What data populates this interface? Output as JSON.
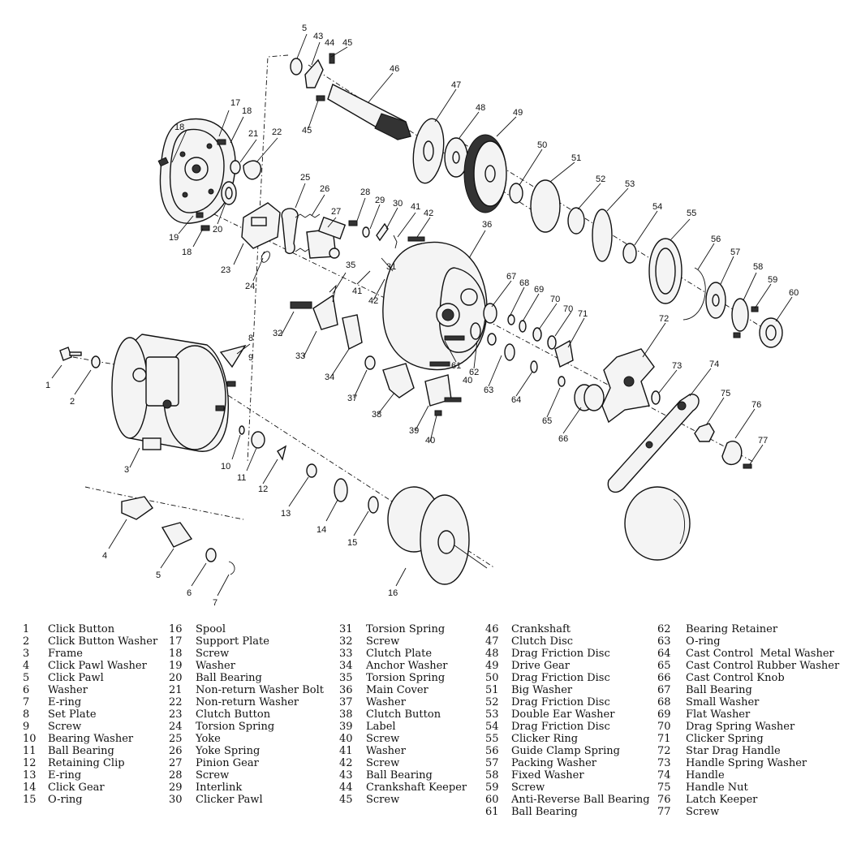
{
  "callouts": [
    "1",
    "2",
    "3",
    "4",
    "5",
    "6",
    "7",
    "8",
    "9",
    "10",
    "11",
    "12",
    "13",
    "14",
    "15",
    "16",
    "17",
    "18",
    "19",
    "20",
    "21",
    "22",
    "23",
    "24",
    "25",
    "26",
    "27",
    "28",
    "29",
    "30",
    "31",
    "32",
    "33",
    "34",
    "35",
    "36",
    "37",
    "38",
    "39",
    "40",
    "41",
    "42",
    "43",
    "44",
    "45",
    "46",
    "47",
    "48",
    "49",
    "50",
    "51",
    "52",
    "53",
    "54",
    "55",
    "56",
    "57",
    "58",
    "59",
    "60",
    "61",
    "62",
    "63",
    "64",
    "65",
    "66",
    "67",
    "68",
    "69",
    "70",
    "71",
    "72",
    "73",
    "74",
    "75",
    "76",
    "77"
  ],
  "legend": [
    [
      {
        "num": "1",
        "name": "Click Button"
      },
      {
        "num": "2",
        "name": "Click Button Washer"
      },
      {
        "num": "3",
        "name": "Frame"
      },
      {
        "num": "4",
        "name": "Click Pawl Washer"
      },
      {
        "num": "5",
        "name": "Click Pawl"
      },
      {
        "num": "6",
        "name": "Washer"
      },
      {
        "num": "7",
        "name": "E-ring"
      },
      {
        "num": "8",
        "name": "Set Plate"
      },
      {
        "num": "9",
        "name": "Screw"
      },
      {
        "num": "10",
        "name": "Bearing Washer"
      },
      {
        "num": "11",
        "name": "Ball Bearing"
      },
      {
        "num": "12",
        "name": "Retaining Clip"
      },
      {
        "num": "13",
        "name": "E-ring"
      },
      {
        "num": "14",
        "name": "Click Gear"
      },
      {
        "num": "15",
        "name": "O-ring"
      }
    ],
    [
      {
        "num": "16",
        "name": "Spool"
      },
      {
        "num": "17",
        "name": "Support Plate"
      },
      {
        "num": "18",
        "name": "Screw"
      },
      {
        "num": "19",
        "name": "Washer"
      },
      {
        "num": "20",
        "name": "Ball Bearing"
      },
      {
        "num": "21",
        "name": "Non-return Washer Bolt"
      },
      {
        "num": "22",
        "name": "Non-return Washer"
      },
      {
        "num": "23",
        "name": "Clutch Button"
      },
      {
        "num": "24",
        "name": "Torsion Spring"
      },
      {
        "num": "25",
        "name": "Yoke"
      },
      {
        "num": "26",
        "name": "Yoke Spring"
      },
      {
        "num": "27",
        "name": "Pinion Gear"
      },
      {
        "num": "28",
        "name": "Screw"
      },
      {
        "num": "29",
        "name": "Interlink"
      },
      {
        "num": "30",
        "name": "Clicker Pawl"
      }
    ],
    [
      {
        "num": "31",
        "name": "Torsion Spring"
      },
      {
        "num": "32",
        "name": "Screw"
      },
      {
        "num": "33",
        "name": "Clutch Plate"
      },
      {
        "num": "34",
        "name": "Anchor Washer"
      },
      {
        "num": "35",
        "name": "Torsion Spring"
      },
      {
        "num": "36",
        "name": "Main Cover"
      },
      {
        "num": "37",
        "name": "Washer"
      },
      {
        "num": "38",
        "name": "Clutch Button"
      },
      {
        "num": "39",
        "name": "Label"
      },
      {
        "num": "40",
        "name": "Screw"
      },
      {
        "num": "41",
        "name": "Washer"
      },
      {
        "num": "42",
        "name": "Screw"
      },
      {
        "num": "43",
        "name": "Ball Bearing"
      },
      {
        "num": "44",
        "name": "Crankshaft Keeper"
      },
      {
        "num": "45",
        "name": "Screw"
      }
    ],
    [
      {
        "num": "46",
        "name": "Crankshaft"
      },
      {
        "num": "47",
        "name": "Clutch Disc"
      },
      {
        "num": "48",
        "name": "Drag Friction Disc"
      },
      {
        "num": "49",
        "name": "Drive Gear"
      },
      {
        "num": "50",
        "name": "Drag Friction Disc"
      },
      {
        "num": "51",
        "name": "Big Washer"
      },
      {
        "num": "52",
        "name": "Drag Friction Disc"
      },
      {
        "num": "53",
        "name": "Double Ear Washer"
      },
      {
        "num": "54",
        "name": "Drag Friction Disc"
      },
      {
        "num": "55",
        "name": "Clicker Ring"
      },
      {
        "num": "56",
        "name": "Guide Clamp Spring"
      },
      {
        "num": "57",
        "name": "Packing Washer"
      },
      {
        "num": "58",
        "name": "Fixed Washer"
      },
      {
        "num": "59",
        "name": "Screw"
      },
      {
        "num": "60",
        "name": "Anti-Reverse Ball Bearing"
      },
      {
        "num": "61",
        "name": "Ball Bearing"
      }
    ],
    [
      {
        "num": "62",
        "name": "Bearing Retainer"
      },
      {
        "num": "63",
        "name": "O-ring"
      },
      {
        "num": "64",
        "name": "Cast Control  Metal Washer"
      },
      {
        "num": "65",
        "name": "Cast Control Rubber Washer"
      },
      {
        "num": "66",
        "name": "Cast Control Knob"
      },
      {
        "num": "67",
        "name": "Ball Bearing"
      },
      {
        "num": "68",
        "name": "Small Washer"
      },
      {
        "num": "69",
        "name": "Flat Washer"
      },
      {
        "num": "70",
        "name": "Drag Spring Washer"
      },
      {
        "num": "71",
        "name": "Clicker Spring"
      },
      {
        "num": "72",
        "name": "Star Drag Handle"
      },
      {
        "num": "73",
        "name": "Handle Spring Washer"
      },
      {
        "num": "74",
        "name": "Handle"
      },
      {
        "num": "75",
        "name": "Handle Nut"
      },
      {
        "num": "76",
        "name": "Latch Keeper"
      },
      {
        "num": "77",
        "name": "Screw"
      }
    ]
  ]
}
